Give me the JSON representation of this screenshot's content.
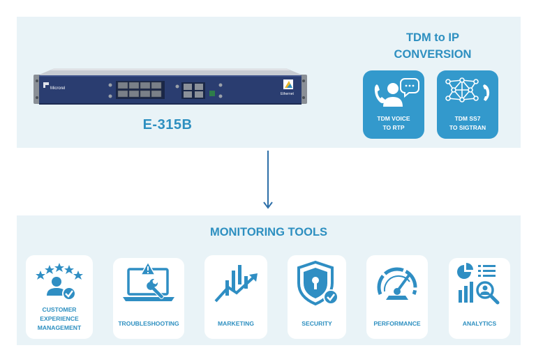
{
  "colors": {
    "accent": "#2d8fc0",
    "card_blue": "#3399cc",
    "icon_blue": "#2f8ec3",
    "panel_bg": "#e9f3f7",
    "device_body": "#2a3d70"
  },
  "device": {
    "label": "E-315B",
    "brand_left": "Microrel",
    "brand_right": "Ethernet"
  },
  "conversion": {
    "title_line1": "TDM to IP",
    "title_line2": "CONVERSION",
    "cards": [
      {
        "icon": "voice-chat-icon",
        "line1": "TDM VOICE",
        "line2": "TO RTP"
      },
      {
        "icon": "network-phone-icon",
        "line1": "TDM SS7",
        "line2": "TO SIGTRAN"
      }
    ]
  },
  "monitoring": {
    "title": "MONITORING TOOLS",
    "tools": [
      {
        "icon": "customer-rating-icon",
        "line1": "CUSTOMER",
        "line2": "EXPERIENCE",
        "line3": "MANAGEMENT"
      },
      {
        "icon": "laptop-wrench-icon",
        "line1": "TROUBLESHOOTING"
      },
      {
        "icon": "growth-chart-icon",
        "line1": "MARKETING"
      },
      {
        "icon": "shield-lock-icon",
        "line1": "SECURITY"
      },
      {
        "icon": "speedometer-icon",
        "line1": "PERFORMANCE"
      },
      {
        "icon": "analytics-search-icon",
        "line1": "ANALYTICS"
      }
    ]
  }
}
